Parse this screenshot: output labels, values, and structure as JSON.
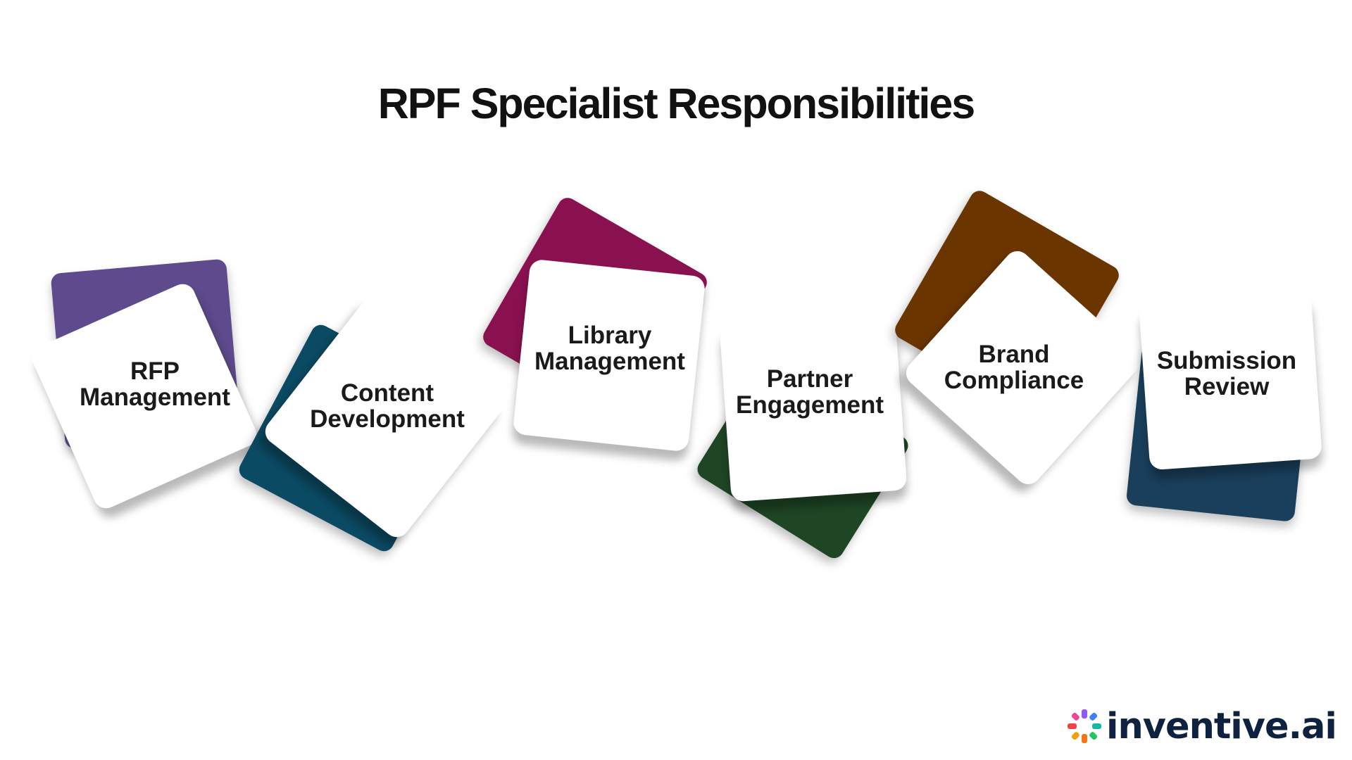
{
  "title": "RPF Specialist Responsibilities",
  "cards": [
    {
      "line1": "RFP",
      "line2": "Management",
      "color": "#5e4a8c"
    },
    {
      "line1": "Content",
      "line2": "Development",
      "color": "#0b4a63"
    },
    {
      "line1": "Library",
      "line2": "Management",
      "color": "#8a1150"
    },
    {
      "line1": "Partner",
      "line2": "Engagement",
      "color": "#1e4524"
    },
    {
      "line1": "Brand",
      "line2": "Compliance",
      "color": "#6b3500"
    },
    {
      "line1": "Submission",
      "line2": "Review",
      "color": "#1a3f5c"
    }
  ],
  "logo": {
    "text": "inventive.ai",
    "icon": "inventive-ai-logo-mark"
  }
}
